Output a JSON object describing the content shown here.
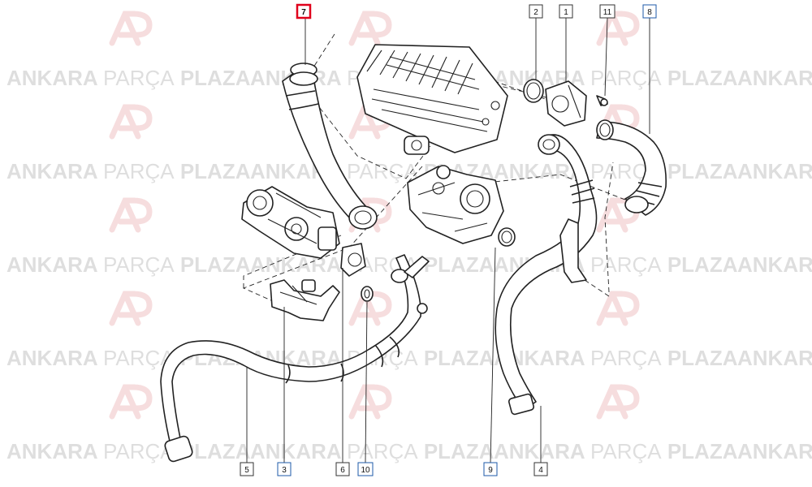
{
  "watermark": {
    "segments": [
      "ANKARA",
      "PARÇA",
      "PLAZA"
    ],
    "partial_left": "ANKAR"
  },
  "callouts": [
    {
      "id": "7",
      "label": "7",
      "style": "highlight"
    },
    {
      "id": "2",
      "label": "2",
      "style": "normal"
    },
    {
      "id": "1",
      "label": "1",
      "style": "normal"
    },
    {
      "id": "11",
      "label": "11",
      "style": "normal"
    },
    {
      "id": "8",
      "label": "8",
      "style": "linked"
    },
    {
      "id": "5",
      "label": "5",
      "style": "normal"
    },
    {
      "id": "3",
      "label": "3",
      "style": "linked"
    },
    {
      "id": "6",
      "label": "6",
      "style": "normal"
    },
    {
      "id": "10",
      "label": "10",
      "style": "linked"
    },
    {
      "id": "9",
      "label": "9",
      "style": "linked"
    },
    {
      "id": "4",
      "label": "4",
      "style": "normal"
    }
  ],
  "colors": {
    "highlight": "#e0001b",
    "linked": "#1e5aa8",
    "line": "#222222",
    "watermark_logo": "#c9292f"
  }
}
